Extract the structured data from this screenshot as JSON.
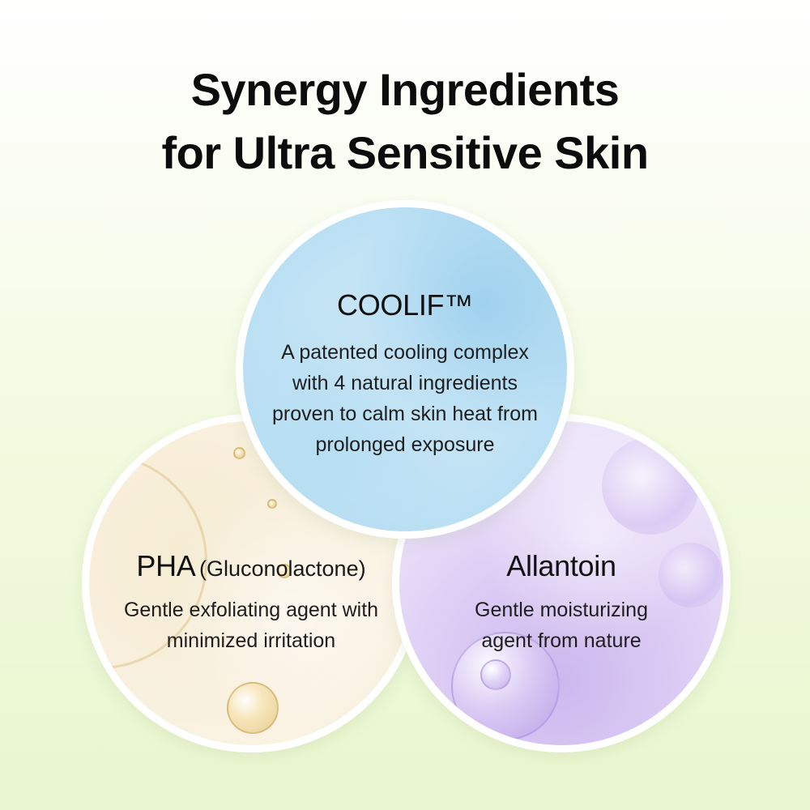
{
  "headline": {
    "line1": "Synergy Ingredients",
    "line2": "for Ultra Sensitive Skin"
  },
  "ingredients": {
    "coolif": {
      "name": "COOLIF™",
      "description": [
        "A patented cooling complex",
        "with 4 natural ingredients",
        "proven to calm skin heat from",
        "prolonged exposure"
      ],
      "color": "#bfe2f4"
    },
    "pha": {
      "name": "PHA",
      "name_sub": "(Gluconolactone)",
      "description": [
        "Gentle exfoliating agent with",
        "minimized irritation"
      ],
      "color": "#f8efdc"
    },
    "allantoin": {
      "name": "Allantoin",
      "description": [
        "Gentle moisturizing",
        "agent from nature"
      ],
      "color": "#dcccf4"
    }
  },
  "colors": {
    "background_top": "#ffffff",
    "background_bottom": "#e9f6cf",
    "text": "#111111",
    "circle_border": "#ffffff"
  }
}
